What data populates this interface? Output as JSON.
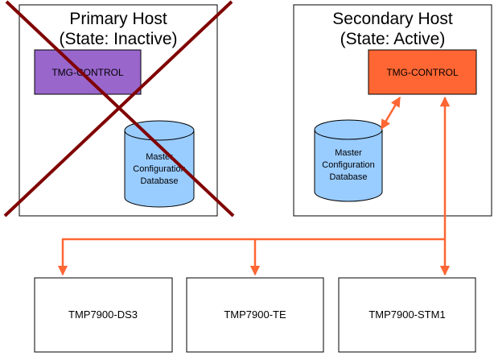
{
  "primary_host": {
    "title_line1": "Primary Host",
    "title_line2": "(State: Inactive)",
    "control_label": "TMG-CONTROL",
    "control_color": "#9966cc",
    "db_line1": "Master",
    "db_line2": "Configuration",
    "db_line3": "Database",
    "crossed_out": true,
    "cross_color": "#800000"
  },
  "secondary_host": {
    "title_line1": "Secondary Host",
    "title_line2": "(State: Active)",
    "control_label": "TMG-CONTROL",
    "control_color": "#ff6633",
    "db_line1": "Master",
    "db_line2": "Configuration",
    "db_line3": "Database"
  },
  "database_color": "#99ccff",
  "connection_color": "#ff6633",
  "devices": [
    {
      "label": "TMP7900-DS3"
    },
    {
      "label": "TMP7900-TE"
    },
    {
      "label": "TMP7900-STM1"
    }
  ]
}
